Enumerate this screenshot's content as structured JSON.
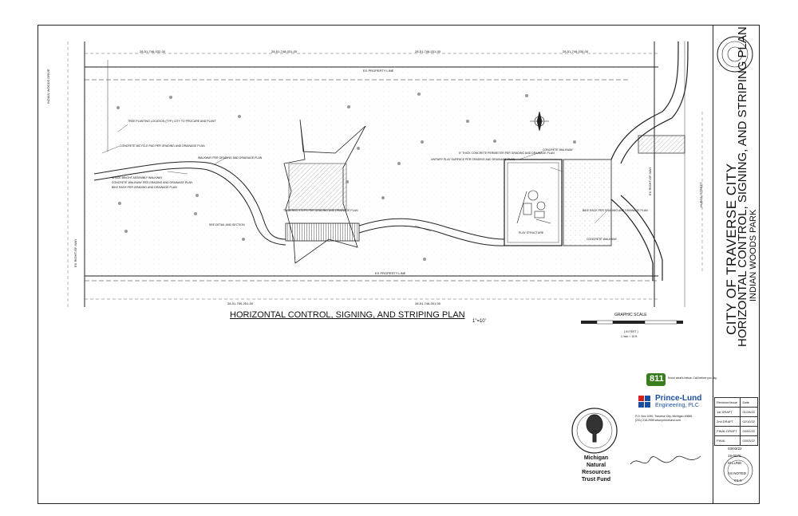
{
  "title_block": {
    "city": "CITY OF TRAVERSE CITY",
    "plan_title": "HORIZONTAL CONTROL, SIGNING, AND STRIPING PLAN",
    "park": "INDIAN WOODS PARK",
    "revisions": [
      {
        "name": "1st DRAFT",
        "date": "01/28/22"
      },
      {
        "name": "2nd DRAFT",
        "date": "02/10/22"
      },
      {
        "name": "FINAL DRAFT",
        "date": "03/02/22"
      },
      {
        "name": "FINAL",
        "date": "03/03/22"
      }
    ],
    "rev_header_name": "Revision/Issue",
    "rev_header_date": "Date",
    "date": "03/03/22",
    "project_no": "19-0076",
    "drawn_by": "M LUND",
    "scale": "AS NOTED",
    "sheet": "C1.0"
  },
  "plan": {
    "title": "HORIZONTAL CONTROL, SIGNING, AND STRIPING PLAN",
    "scale_note": "1\"=10'",
    "graphic_scale_title": "GRAPHIC SCALE",
    "graphic_scale_note": "( IN FEET )",
    "graphic_scale_inch": "1 inch = 10 ft.",
    "parcels": [
      "28-51-746-032-00",
      "28-51-748-031-00",
      "28-51-746-031-00",
      "28-51-746-030-00",
      "28-51-750-251-00",
      "28-51-746-001-00"
    ],
    "property_line_top": "EX PROPERTY LINE",
    "property_line_bottom": "EX PROPERTY LINE",
    "street_left": "INDIAN WOODS DRIVE",
    "street_right": "HURON STREET",
    "row_left": "EX RIGHT-OF-WAY",
    "row_right": "EX RIGHT-OF-WAY",
    "notes": [
      "TREE PLANTING LOCATION (TYP.) CITY TO PROCURE AND PLANT",
      "CONCRETE BICYCLE PAD PER GRADING AND DRAINAGE PLAN",
      "SPACE BRIGHT ASSEMBLY WALKWAY",
      "CONCRETE WALKWAY PER GRADING AND DRAINAGE PLAN",
      "BIKE RACK PER GRADING AND DRAINAGE PLAN",
      "WALKWAY PER GRADING AND DRAINAGE PLAN",
      "SEE DETAIL AND SECTION",
      "TIMBERED STEPS PER GRADING AND DRAINAGE PLAN",
      "5\" THICK CONCRETE PERIMETER PER GRADING AND DRAINAGE PLAN",
      "UNITARY PLAY SURFACE PER GRADING AND DRAINAGE PLAN",
      "CONCRETE WALKWAY",
      "PLAY STRUCTURE",
      "BIKE RACK PER GRADING AND DRAINAGE PLAN",
      "CONCRETE WALKWAY"
    ]
  },
  "logos": {
    "mnrtf_lines": [
      "Michigan",
      "Natural",
      "Resources",
      "Trust Fund"
    ],
    "engineer_name": "Prince-Lund",
    "engineer_sub": "Engineering, PLC",
    "engineer_addr": "P.O. Box 1090, Traverse City, Michigan 49685",
    "engineer_phone": "(231) 218-2955   www.princelund.com",
    "b811": "811",
    "b811_text": "Know what's below. Call before you dig."
  },
  "colors": {
    "line": "#222222",
    "hatch": "#555555",
    "engineer_blue": "#1a4fa0",
    "engineer_red": "#d42020"
  }
}
